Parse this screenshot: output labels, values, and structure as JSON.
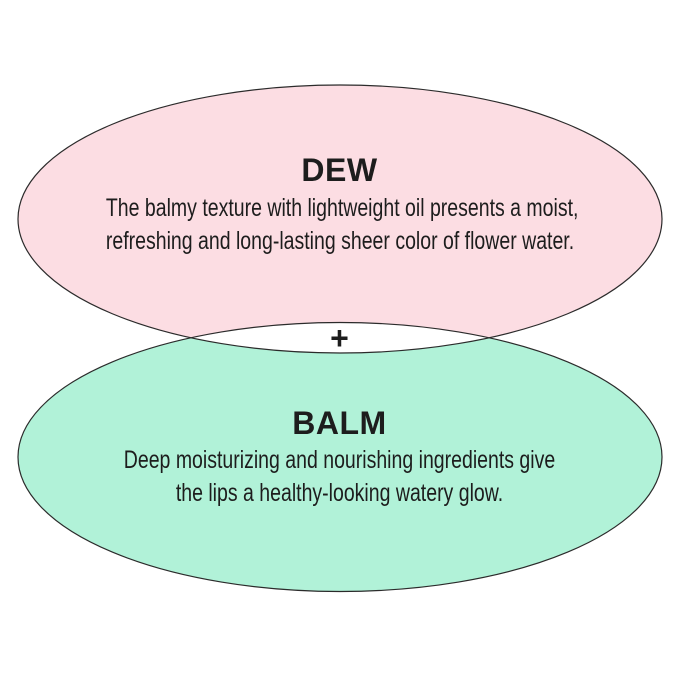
{
  "diagram": {
    "background": "#ffffff",
    "outline_color": "#2b2b2b",
    "text_color": "#1d1d1d",
    "overlap_fill": "#ffffff",
    "top_ellipse": {
      "title": "DEW",
      "line1": "The balmy texture with lightweight oil presents a moist,",
      "line2": "refreshing and long-lasting sheer color of flower water.",
      "fill": "#fcdde3"
    },
    "plus_sign": "+",
    "bottom_ellipse": {
      "title": "BALM",
      "line1": "Deep moisturizing and nourishing ingredients give",
      "line2": "the lips a healthy-looking watery glow.",
      "fill": "#b1f2d8"
    }
  }
}
